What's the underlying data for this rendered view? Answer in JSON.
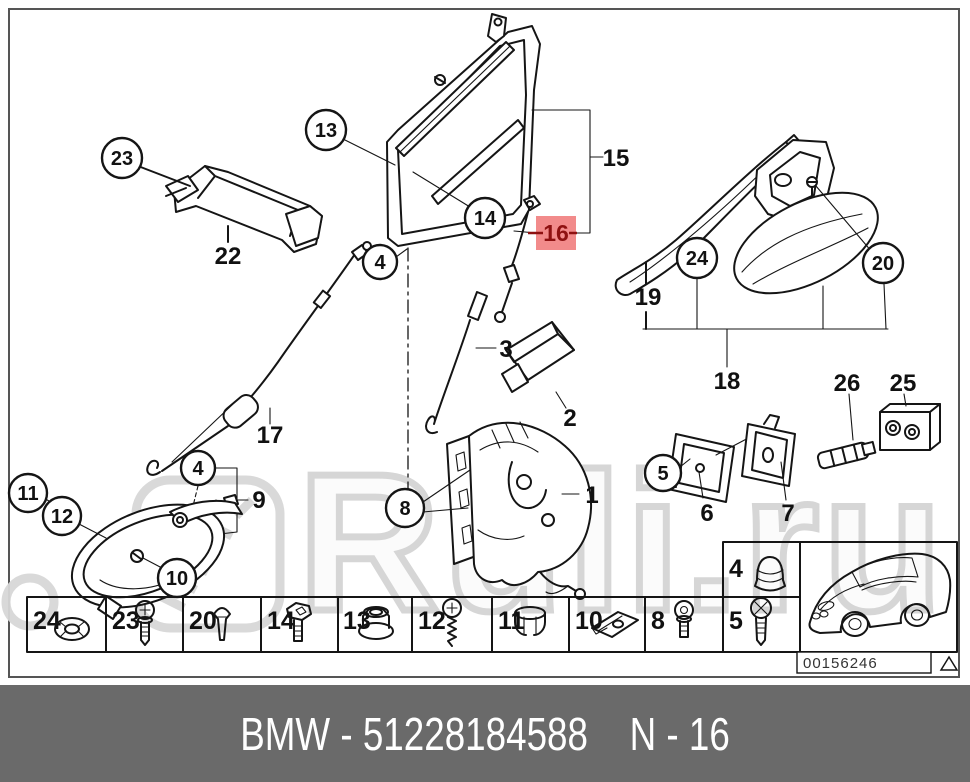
{
  "watermark": {
    "text": "Ruli.ru",
    "color": "#d5d5d5"
  },
  "footer": {
    "left": "BMW - 51228184588",
    "right": "N - 16",
    "bg": "#6a6a6a",
    "text_color": "#ffffff"
  },
  "highlight": {
    "label": "16",
    "bg": "#f28b8b",
    "fg": "#8e1111"
  },
  "circles": {
    "c23": "23",
    "c13": "13",
    "c14": "14",
    "c4a": "4",
    "c24": "24",
    "c20": "20",
    "c5": "5",
    "c4b": "4",
    "c11": "11",
    "c12": "12",
    "c10": "10",
    "c8": "8"
  },
  "labels": {
    "l22": "22",
    "l15": "15",
    "l19": "19",
    "l18": "18",
    "l26": "26",
    "l25": "25",
    "l3": "3",
    "l2": "2",
    "l17": "17",
    "l9": "9",
    "l1": "1",
    "l6": "6",
    "l7": "7"
  },
  "legend": {
    "n24": "24",
    "n23": "23",
    "n20": "20",
    "n14": "14",
    "n13": "13",
    "n12": "12",
    "n11": "11",
    "n10": "10",
    "n8": "8",
    "n5": "5",
    "n4": "4",
    "code": "00156246"
  }
}
